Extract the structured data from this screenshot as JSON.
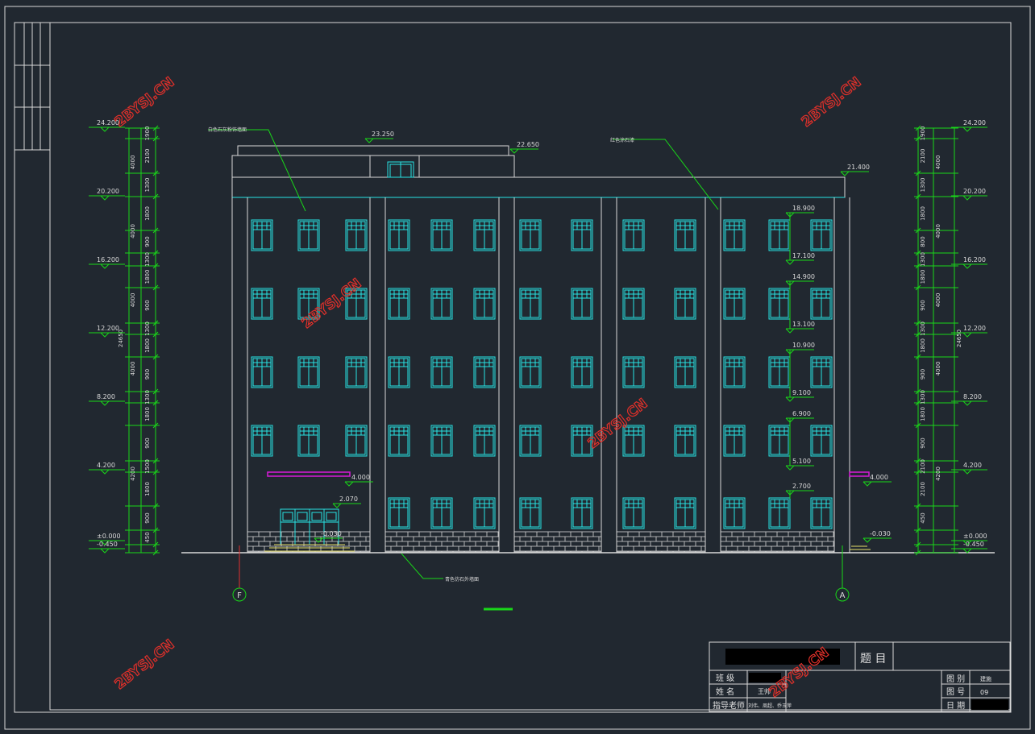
{
  "watermark": "2BYSJ.CN",
  "colors": {
    "background": "#212830",
    "frame": "#d9d9d9",
    "window": "#27e3e3",
    "dimension": "#19d719",
    "magenta": "#d81ad8",
    "yellow": "#e8e06a",
    "watermark": "#e0302a"
  },
  "callouts": {
    "top_left": "白色石灰粉饰墙面",
    "top_right": "红色涂石漆",
    "bottom": "青色仿石外墙面"
  },
  "levels_building": {
    "roof_top": "23.250",
    "stair_roof": "22.650",
    "parapet": "21.400",
    "canopy_left": "4.000",
    "canopy_right": "4.000",
    "door_top": "2.070",
    "entry": "-0.030",
    "entry_right": "-0.030"
  },
  "window_levels": [
    {
      "top": "18.900",
      "bottom": "17.100"
    },
    {
      "top": "14.900",
      "bottom": "13.100"
    },
    {
      "top": "10.900",
      "bottom": "9.100"
    },
    {
      "top": "6.900",
      "bottom": "5.100"
    },
    {
      "top": "2.700",
      "bottom": ""
    }
  ],
  "left_levels": [
    "24.200",
    "20.200",
    "16.200",
    "12.200",
    "8.200",
    "4.200",
    "±0.000",
    "-0.450"
  ],
  "right_levels": [
    "24.200",
    "20.200",
    "16.200",
    "12.200",
    "8.200",
    "4.200",
    "±0.000",
    "-0.450"
  ],
  "left_dims_inner": [
    "1900",
    "2100",
    "1300",
    "1800",
    "900",
    "1300",
    "1800",
    "900",
    "1300",
    "1800",
    "900",
    "1300",
    "1800",
    "900",
    "1500",
    "1800",
    "900",
    "450"
  ],
  "left_dims_mid": [
    "4000",
    "4000",
    "4000",
    "4000",
    "4200"
  ],
  "right_dims_inner": [
    "1900",
    "2100",
    "1300",
    "1800",
    "800",
    "1300",
    "1800",
    "900",
    "1300",
    "1800",
    "900",
    "1300",
    "1800",
    "900",
    "2100",
    "2100",
    "450"
  ],
  "right_dims_mid": [
    "4000",
    "4000",
    "4000",
    "4000",
    "4200"
  ],
  "total_dim": "24650",
  "axis": {
    "left": "F",
    "right": "A"
  },
  "title_block": {
    "title_label": "题 目",
    "class_label": "班 级",
    "name_label": "姓 名",
    "name_value": "王帅",
    "teacher_label": "指导老师",
    "teacher_value": "刘伟、周超、乔玉萍",
    "drawing_type_label": "图 别",
    "drawing_type_value": "建施",
    "drawing_no_label": "图 号",
    "drawing_no_value": "09",
    "date_label": "日 期"
  }
}
